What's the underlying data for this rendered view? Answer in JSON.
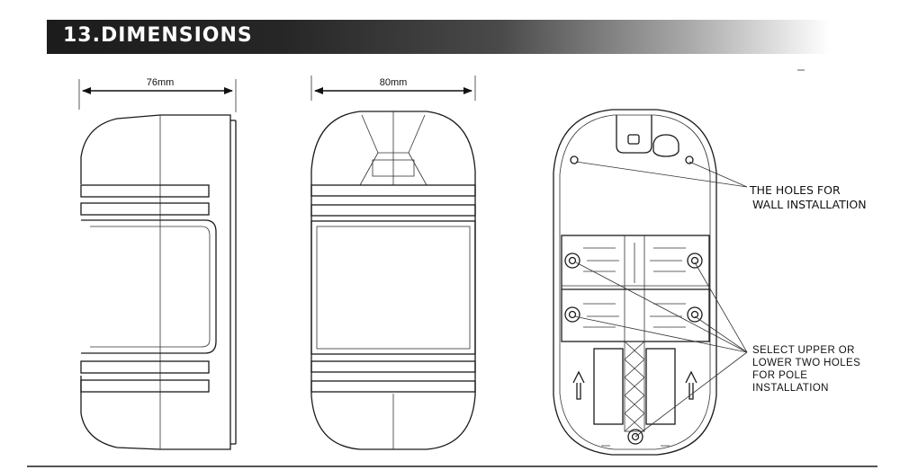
{
  "header": {
    "title": "13.DIMENSIONS"
  },
  "dimensions": {
    "side_width": "76mm",
    "front_width": "80mm"
  },
  "callouts": {
    "wall_line1": "THE HOLES FOR",
    "wall_line2": "WALL INSTALLATION",
    "pole_line1": "SELECT UPPER OR",
    "pole_line2": "LOWER TWO HOLES",
    "pole_line3": "FOR POLE",
    "pole_line4": "INSTALLATION"
  },
  "colors": {
    "header_dark": "#1c1c1c",
    "header_text": "#ffffff",
    "line": "#1a1a1a"
  },
  "icons": [
    "arrow-up-icon",
    "dimension-arrow-icon"
  ]
}
